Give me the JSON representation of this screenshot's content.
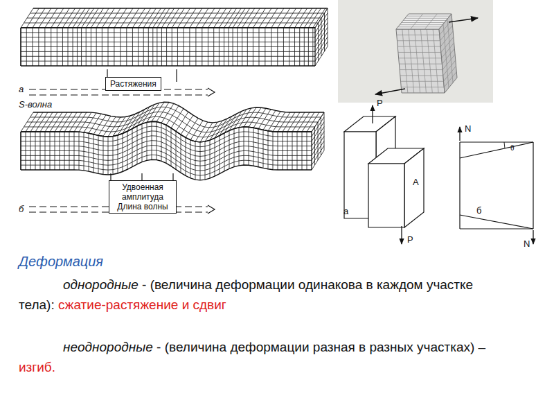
{
  "diagram": {
    "title": "Деформация",
    "nodes": [
      {
        "text": [
          "Растяжения"
        ]
      },
      {
        "text": [
          "Удвоенная амплитуда",
          "Длина волны"
        ]
      }
    ],
    "labels": [
      "а",
      "S-волна",
      "б",
      "P",
      "A",
      "а",
      "P",
      "N",
      "θ",
      "б",
      "N",
      "однородные",
      "- (величина деформации одинакова в каждом участке тела):",
      "сжатие-растяжение и сдвиг",
      "неоднородные",
      "- (величина деформации разная в разных участках) –",
      "изгиб."
    ]
  }
}
